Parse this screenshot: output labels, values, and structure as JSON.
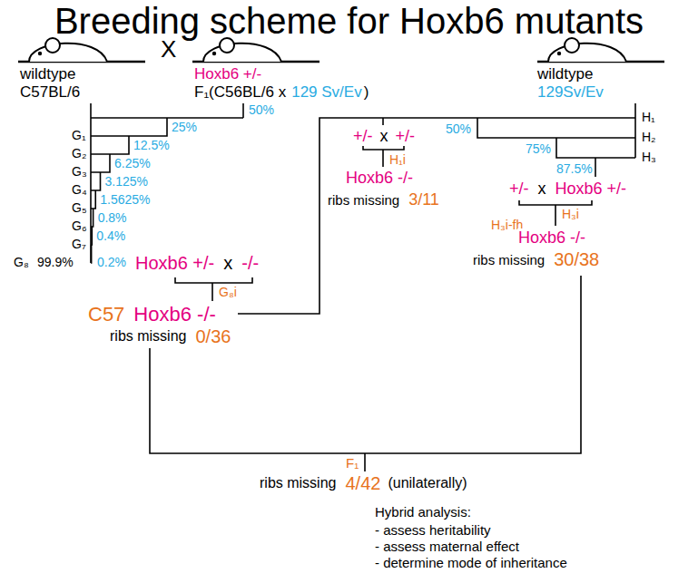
{
  "diagram": {
    "title": "Breeding scheme for Hoxb6 mutants",
    "nodes": [
      {
        "text": [
          "wildtype",
          "C57BL/6"
        ]
      },
      {
        "text": [
          "Hoxb6 +/-",
          "F₁(C56BL/6 x"
        ]
      },
      {
        "text": [
          "wildtype",
          "129Sv/Ev"
        ]
      }
    ],
    "labels": [
      "X",
      "129 Sv/Ev",
      ")",
      "50%",
      "G₁",
      "25%",
      "G₂",
      "12.5%",
      "G₃",
      "6.25%",
      "G₄",
      "3.125%",
      "G₅",
      "1.5625%",
      "G₆",
      "0.8%",
      "G₇",
      "0.4%",
      "G₈",
      "99.9%",
      "0.2%",
      "Hoxb6 +/-",
      "x",
      "-/-",
      "G₈i",
      "C57",
      "Hoxb6 -/-",
      "ribs missing",
      "0/36",
      "+/-",
      "x",
      "+/-",
      "H₁i",
      "Hoxb6 -/-",
      "ribs missing",
      "3/11",
      "50%",
      "H₁",
      "75%",
      "H₂",
      "87.5%",
      "H₃",
      "+/-",
      "x",
      "Hoxb6 +/-",
      "H₃i",
      "H₃i-fh",
      "Hoxb6 -/-",
      "ribs missing",
      "30/38",
      "F₁",
      "ribs missing",
      "4/42",
      "(unilaterally)",
      "Hybrid analysis:",
      "- assess heritability",
      "- assess maternal effect",
      "- determine mode of inheritance"
    ]
  }
}
